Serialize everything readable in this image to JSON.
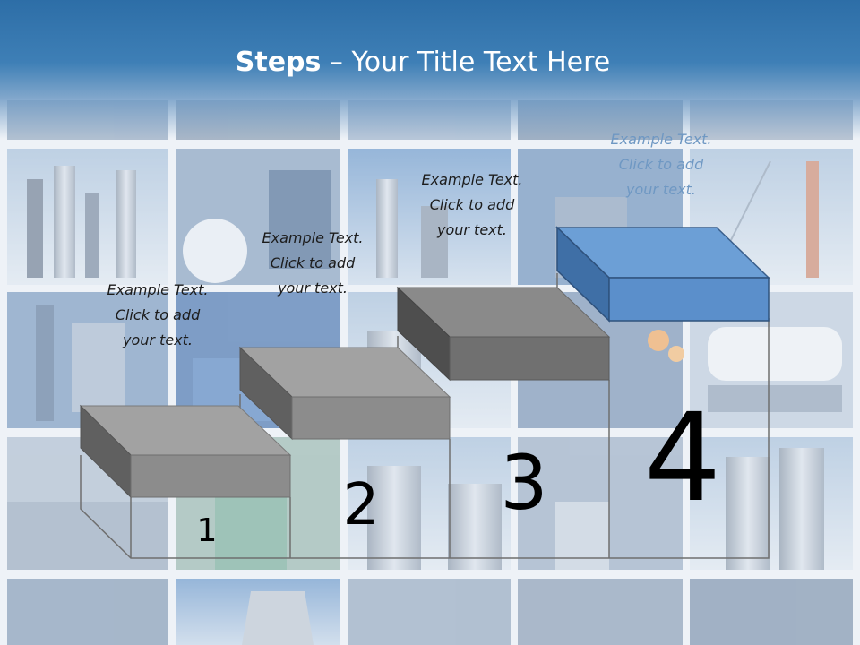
{
  "slide": {
    "title_bold": "Steps",
    "title_rest": " – Your Title Text Here"
  },
  "steps": [
    {
      "number": "1",
      "line1": "Example Text.",
      "line2": "Click  to add",
      "line3": "your text."
    },
    {
      "number": "2",
      "line1": "Example Text.",
      "line2": "Click  to add",
      "line3": "your text."
    },
    {
      "number": "3",
      "line1": "Example Text.",
      "line2": "Click  to add",
      "line3": "your text."
    },
    {
      "number": "4",
      "line1": "Example Text.",
      "line2": "Click  to add",
      "line3": "your text."
    }
  ],
  "colors": {
    "title_bar": "#2d6ea7",
    "step_gray_top": "#a2a2a2",
    "step_gray_front": "#8c8c8c",
    "step_gray_side": "#606060",
    "step_blue_top": "#6c9fd6",
    "step_blue_front": "#5b8fcb",
    "step_blue_side": "#3f6fa6",
    "highlight_text": "#6f98c3"
  }
}
